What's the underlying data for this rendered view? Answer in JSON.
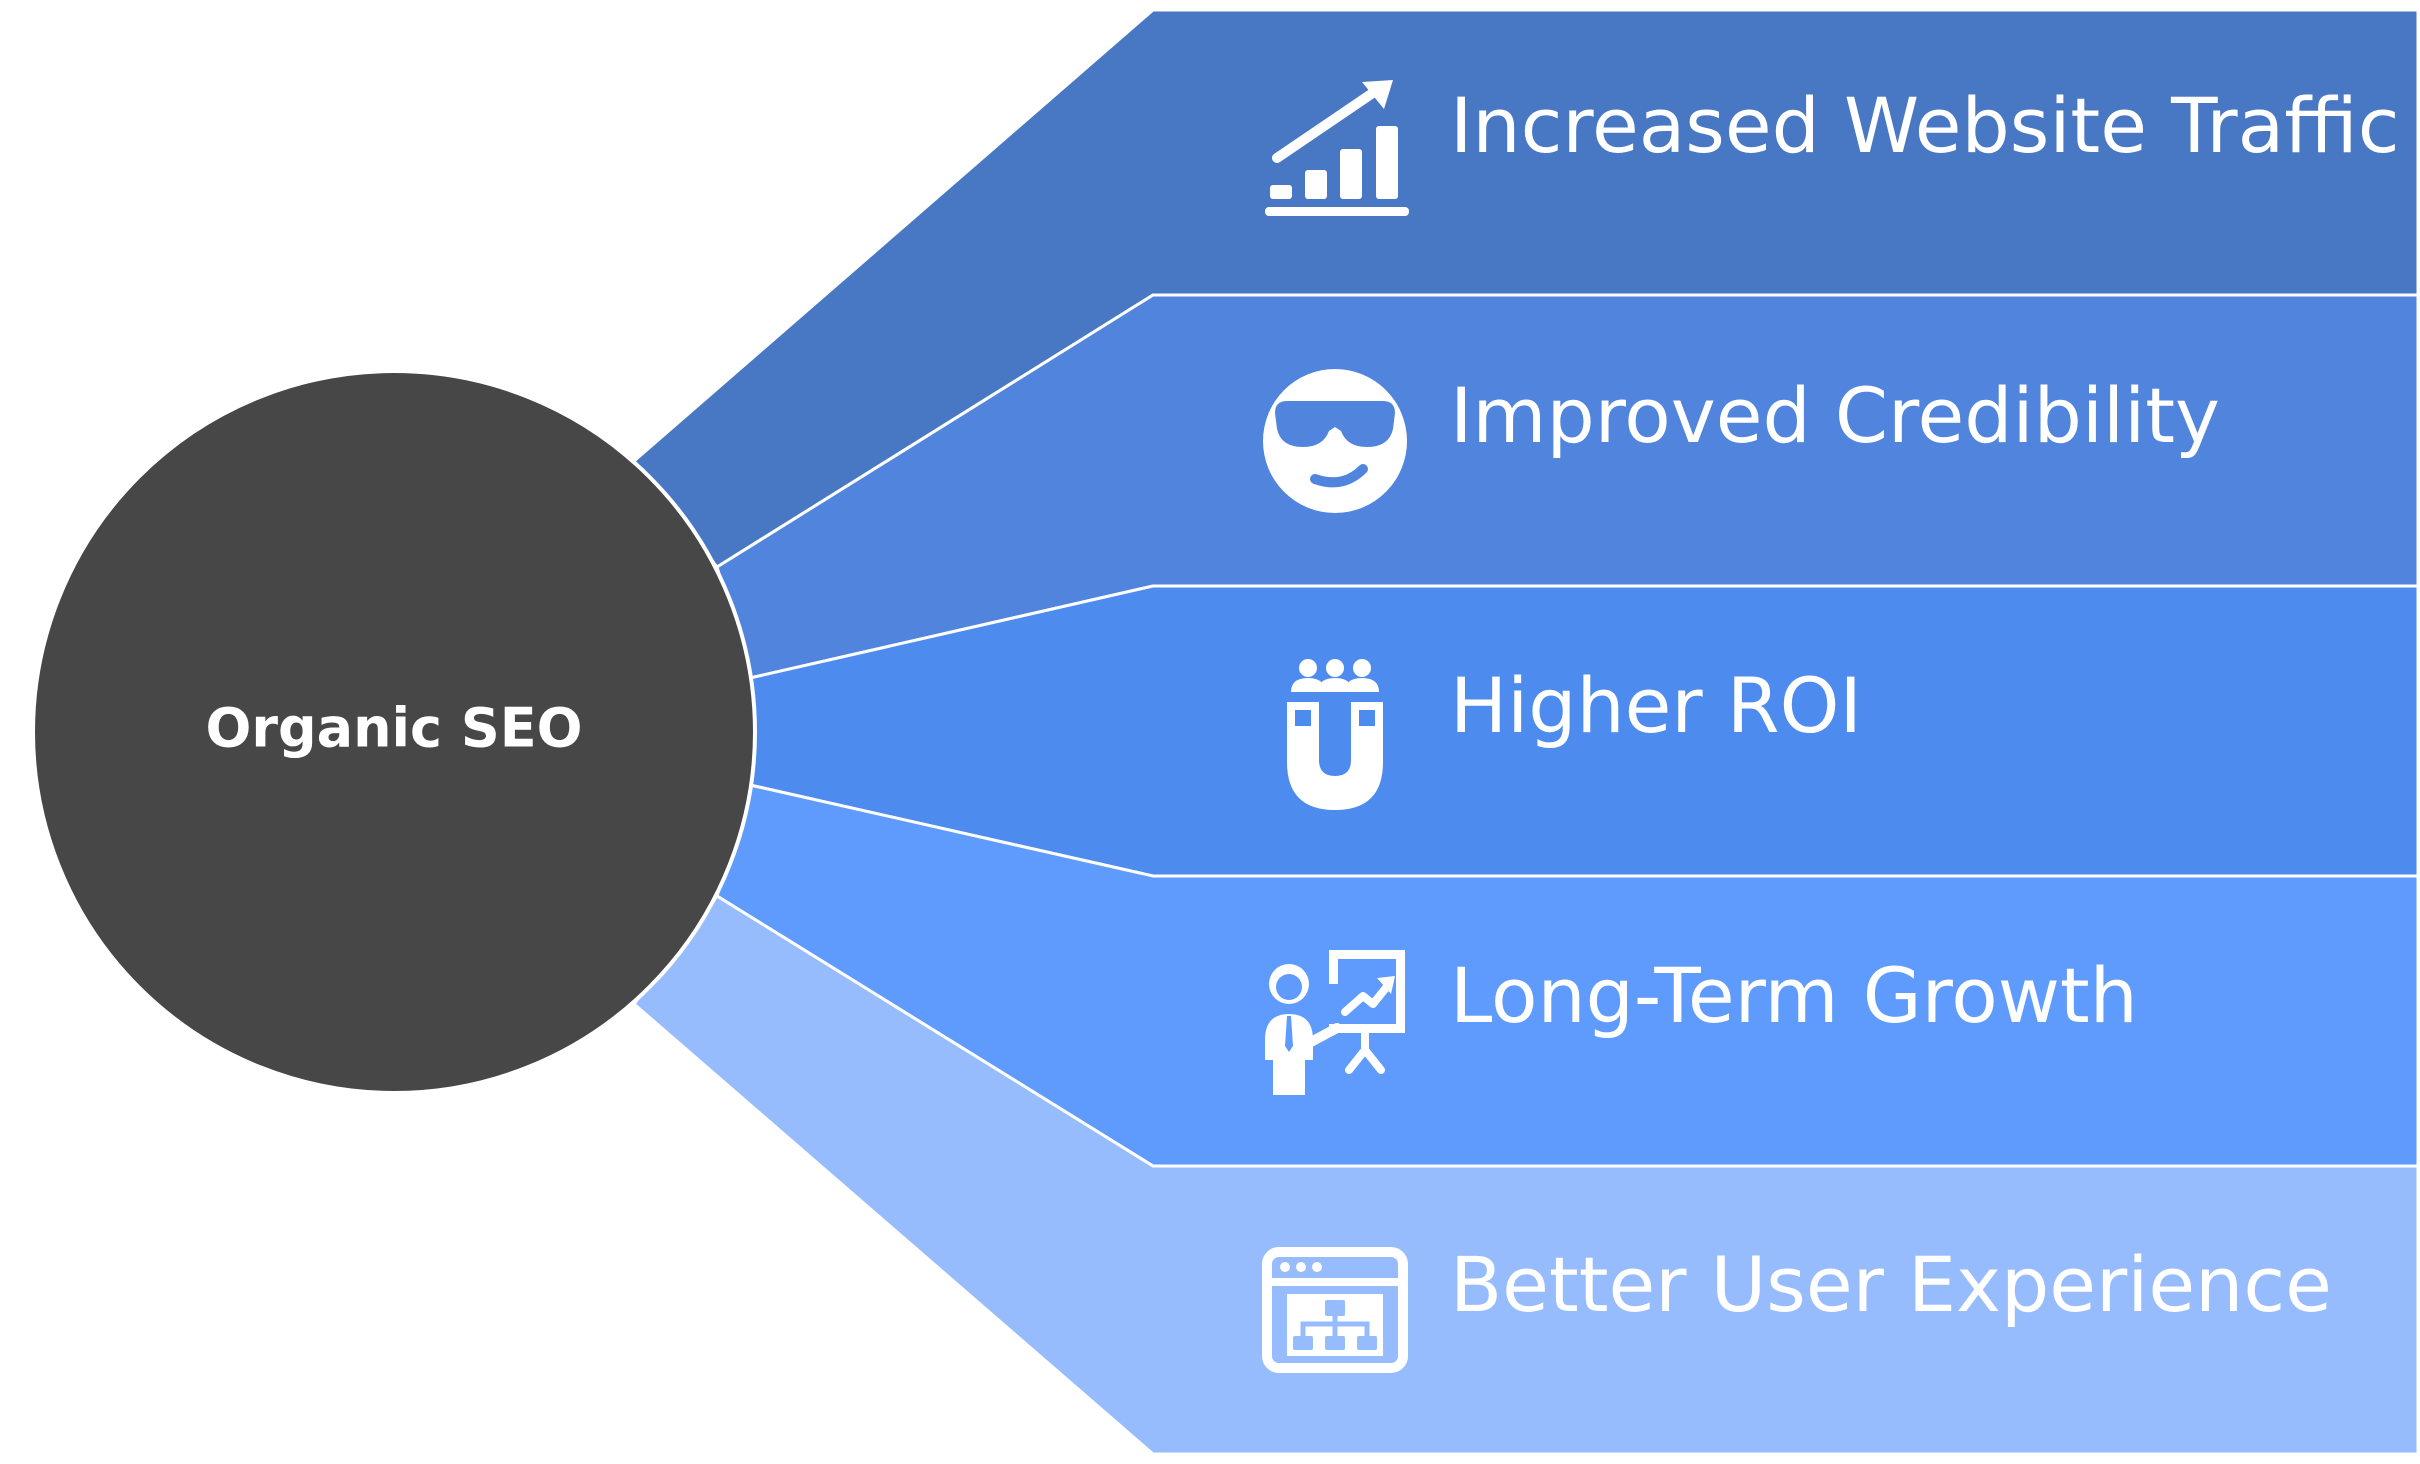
{
  "center": {
    "label": "Organic SEO",
    "color": "#474747"
  },
  "branches": [
    {
      "label": "Increased Website Traffic",
      "icon": "growth-chart-icon",
      "color": "#4877c4"
    },
    {
      "label": "Improved Credibility",
      "icon": "cool-face-sunglasses-icon",
      "color": "#5184dd"
    },
    {
      "label": "Higher ROI",
      "icon": "magnet-attracting-people-icon",
      "color": "#4d8bef"
    },
    {
      "label": "Long-Term Growth",
      "icon": "presenter-with-chart-icon",
      "color": "#5e9bfd"
    },
    {
      "label": "Better User Experience",
      "icon": "browser-sitemap-icon",
      "color": "#96bcfd"
    }
  ]
}
